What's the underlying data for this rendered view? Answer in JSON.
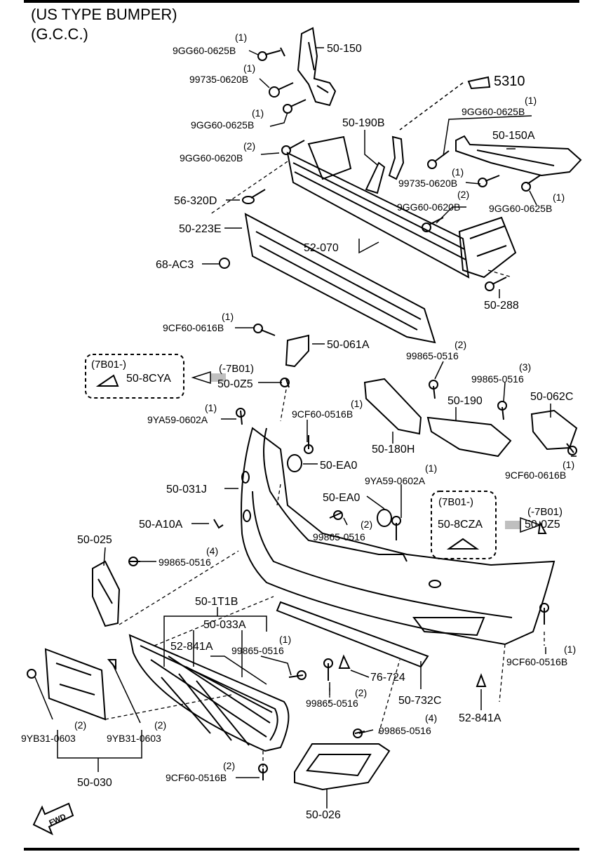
{
  "header": {
    "line1": "(US TYPE BUMPER)",
    "line2": "(G.C.C.)"
  },
  "callouts": [
    {
      "id": "c1",
      "qty": "(1)",
      "part": "9GG60-0625B"
    },
    {
      "id": "c2",
      "qty": "",
      "part": "50-150"
    },
    {
      "id": "c3",
      "qty": "(1)",
      "part": "99735-0620B"
    },
    {
      "id": "c4",
      "qty": "",
      "part": "5310"
    },
    {
      "id": "c5",
      "qty": "(1)",
      "part": "9GG60-0625B"
    },
    {
      "id": "c6",
      "qty": "(1)",
      "part": "9GG60-0625B"
    },
    {
      "id": "c7",
      "qty": "",
      "part": "50-190B"
    },
    {
      "id": "c8",
      "qty": "",
      "part": "50-150A"
    },
    {
      "id": "c9",
      "qty": "(2)",
      "part": "9GG60-0620B"
    },
    {
      "id": "c10",
      "qty": "(1)",
      "part": "99735-0620B"
    },
    {
      "id": "c11",
      "qty": "(2)",
      "part": "9GG60-0620B"
    },
    {
      "id": "c12",
      "qty": "(1)",
      "part": "9GG60-0625B"
    },
    {
      "id": "c13",
      "qty": "",
      "part": "56-320D"
    },
    {
      "id": "c14",
      "qty": "",
      "part": "50-223E"
    },
    {
      "id": "c15",
      "qty": "",
      "part": "52-070"
    },
    {
      "id": "c16",
      "qty": "",
      "part": "68-AC3"
    },
    {
      "id": "c17",
      "qty": "",
      "part": "50-288"
    },
    {
      "id": "c18",
      "qty": "(1)",
      "part": "9CF60-0616B"
    },
    {
      "id": "c19",
      "qty": "",
      "part": "50-061A"
    },
    {
      "id": "c20",
      "qty": "(2)",
      "part": "99865-0516"
    },
    {
      "id": "c21",
      "qty": "",
      "part": "50-8CYA"
    },
    {
      "id": "c22",
      "qty": "",
      "part": "50-0Z5"
    },
    {
      "id": "c23",
      "qty": "(3)",
      "part": "99865-0516"
    },
    {
      "id": "c24",
      "qty": "",
      "part": "50-062C"
    },
    {
      "id": "c25",
      "qty": "",
      "part": "50-190"
    },
    {
      "id": "c26",
      "qty": "(1)",
      "part": "9YA59-0602A"
    },
    {
      "id": "c27",
      "qty": "(1)",
      "part": "9CF60-0516B"
    },
    {
      "id": "c28",
      "qty": "",
      "part": "50-180H"
    },
    {
      "id": "c29",
      "qty": "(1)",
      "part": "9CF60-0616B"
    },
    {
      "id": "c30",
      "qty": "",
      "part": "50-EA0"
    },
    {
      "id": "c31",
      "qty": "(1)",
      "part": "9YA59-0602A"
    },
    {
      "id": "c32",
      "qty": "",
      "part": "50-031J"
    },
    {
      "id": "c33",
      "qty": "",
      "part": "50-EA0"
    },
    {
      "id": "c34",
      "qty": "",
      "part": "50-8CZA"
    },
    {
      "id": "c35",
      "qty": "",
      "part": "50-0Z5"
    },
    {
      "id": "c36",
      "qty": "",
      "part": "50-A10A"
    },
    {
      "id": "c37",
      "qty": "(2)",
      "part": "99865-0516"
    },
    {
      "id": "c38",
      "qty": "",
      "part": "50-025"
    },
    {
      "id": "c39",
      "qty": "(4)",
      "part": "99865-0516"
    },
    {
      "id": "c40",
      "qty": "",
      "part": "50-1T1B"
    },
    {
      "id": "c41",
      "qty": "",
      "part": "50-033A"
    },
    {
      "id": "c42",
      "qty": "",
      "part": "52-841A"
    },
    {
      "id": "c43",
      "qty": "(1)",
      "part": "99865-0516"
    },
    {
      "id": "c44",
      "qty": "(1)",
      "part": "9CF60-0516B"
    },
    {
      "id": "c45",
      "qty": "",
      "part": "76-724"
    },
    {
      "id": "c46",
      "qty": "(2)",
      "part": "99865-0516"
    },
    {
      "id": "c47",
      "qty": "",
      "part": "50-732C"
    },
    {
      "id": "c48",
      "qty": "",
      "part": "52-841A"
    },
    {
      "id": "c49",
      "qty": "(2)",
      "part": "9YB31-0603"
    },
    {
      "id": "c50",
      "qty": "(2)",
      "part": "9YB31-0603"
    },
    {
      "id": "c51",
      "qty": "(4)",
      "part": "99865-0516"
    },
    {
      "id": "c52",
      "qty": "",
      "part": "50-030"
    },
    {
      "id": "c53",
      "qty": "(2)",
      "part": "9CF60-0516B"
    },
    {
      "id": "c54",
      "qty": "",
      "part": "50-026"
    }
  ],
  "variant_boxes": [
    {
      "id": "v1",
      "code": "(7B01-)"
    },
    {
      "id": "v2",
      "code": "(7B01-)"
    }
  ],
  "variant_notes": [
    {
      "id": "n1",
      "code": "(-7B01)"
    },
    {
      "id": "n2",
      "code": "(-7B01)"
    }
  ],
  "fwd_label": "FWD"
}
